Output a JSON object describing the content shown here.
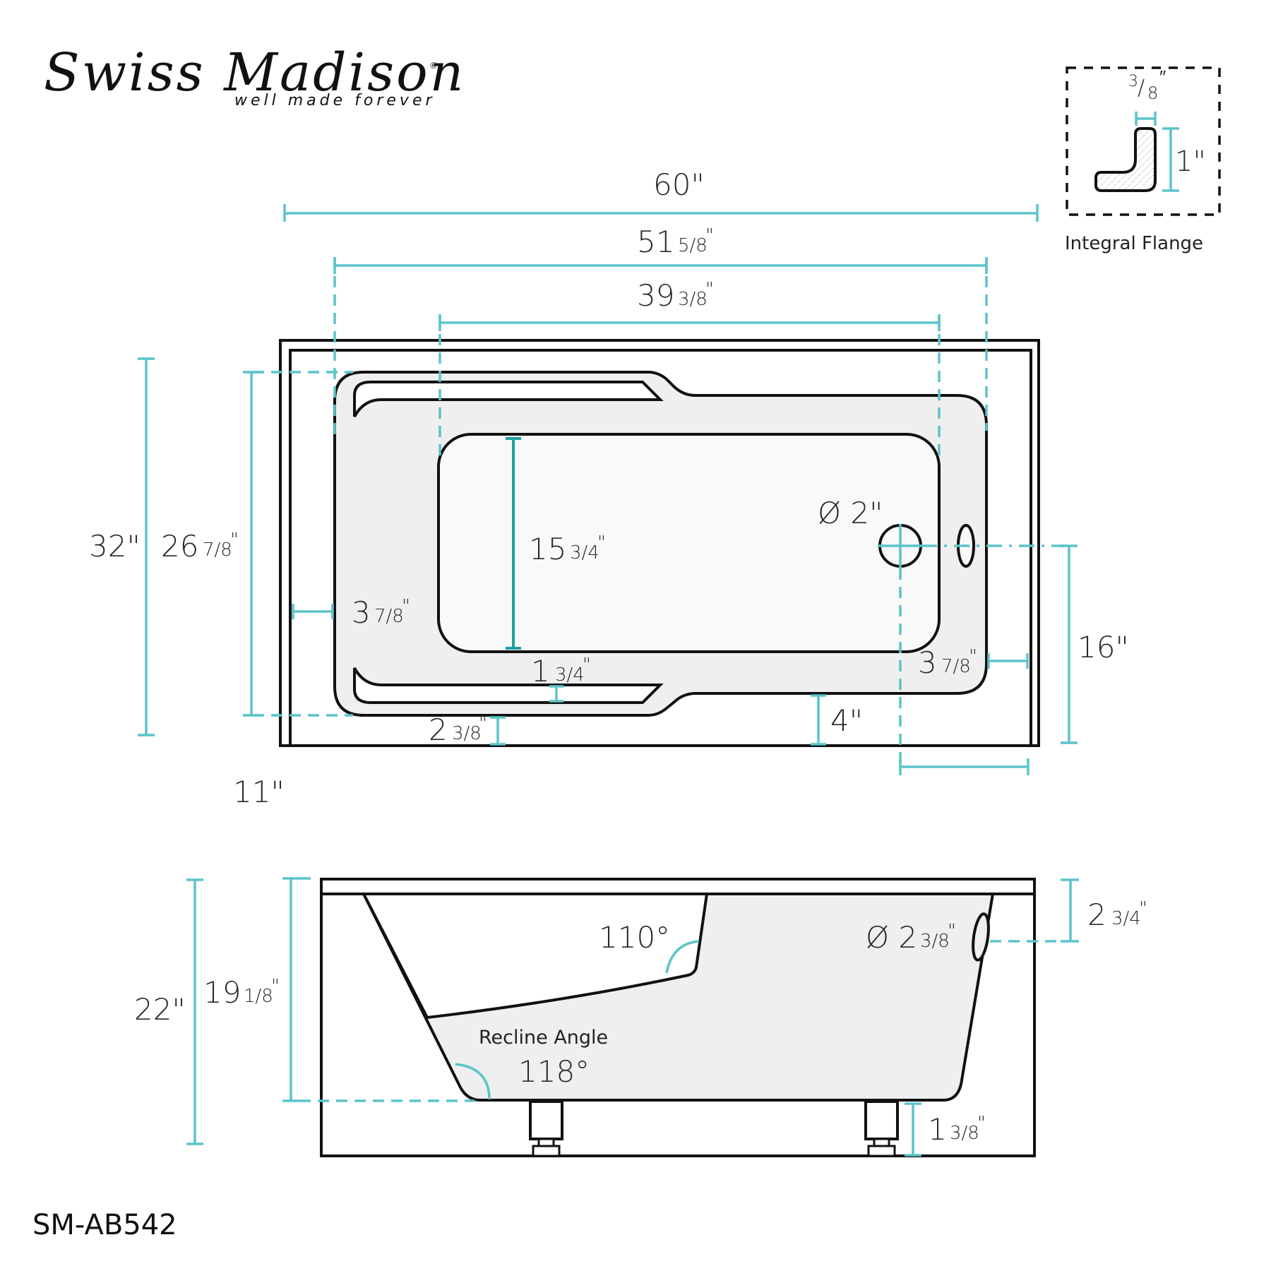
{
  "brand": {
    "name": "Swiss Madison",
    "registered_mark": "®",
    "tagline": "well made forever"
  },
  "model_number": "SM-AB542",
  "colors": {
    "dimension_line": "#5bc4c9",
    "dimension_line_dark": "#1f9ea4",
    "outline": "#111111",
    "shell_fill": "#efefef",
    "basin_fill": "#f9f9f9"
  },
  "flange_detail": {
    "title": "Integral Flange",
    "thickness": {
      "whole": "",
      "fraction_num": "3",
      "fraction_den": "8",
      "text": "3/8\""
    },
    "height": {
      "text": "1\""
    }
  },
  "plan_view": {
    "overall_length": "60\"",
    "shell_length": {
      "whole": "51",
      "frac": "5/8",
      "unit": "\""
    },
    "basin_length": {
      "whole": "39",
      "frac": "3/8",
      "unit": "\""
    },
    "overall_width": "32\"",
    "shell_width": {
      "whole": "26",
      "frac": "7/8",
      "unit": "\""
    },
    "basin_width": {
      "whole": "15",
      "frac": "3/4",
      "unit": "\""
    },
    "left_offset": {
      "whole": "3",
      "frac": "7/8",
      "unit": "\""
    },
    "right_offset": {
      "whole": "3",
      "frac": "7/8",
      "unit": "\""
    },
    "armrest_gap": {
      "whole": "1",
      "frac": "3/4",
      "unit": "\""
    },
    "front_offset_left": {
      "whole": "2",
      "frac": "3/8",
      "unit": "\""
    },
    "front_offset_right": "4\"",
    "drain_diameter": "Ø 2\"",
    "drain_from_front": "16\"",
    "drain_from_end": "11\""
  },
  "side_view": {
    "overall_height": "22\"",
    "basin_depth": {
      "whole": "19",
      "frac": "1/8",
      "unit": "\""
    },
    "backrest_angle": "110°",
    "recline_label": "Recline Angle",
    "recline_angle": "118°",
    "overflow_diameter": {
      "prefix": "Ø 2",
      "frac": "3/8",
      "unit": "\""
    },
    "overflow_from_top": {
      "whole": "2",
      "frac": "3/4",
      "unit": "\""
    },
    "leg_height": {
      "whole": "1",
      "frac": "3/8",
      "unit": "\""
    }
  }
}
